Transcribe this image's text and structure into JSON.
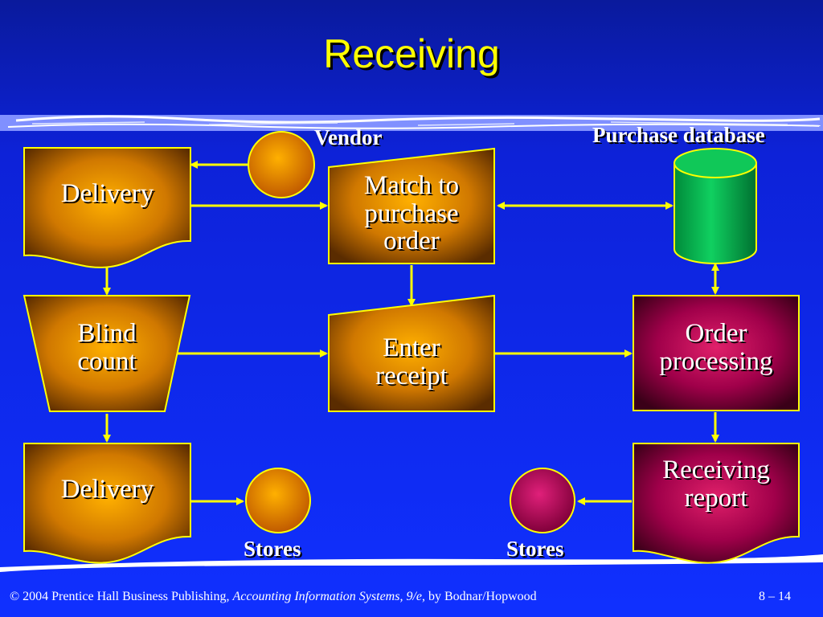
{
  "title": "Receiving",
  "nodes": {
    "delivery_top": "Delivery",
    "match_l1": "Match to",
    "match_l2": "purchase",
    "match_l3": "order",
    "blind_l1": "Blind",
    "blind_l2": "count",
    "enter_l1": "Enter",
    "enter_l2": "receipt",
    "order_l1": "Order",
    "order_l2": "processing",
    "delivery_bottom": "Delivery",
    "report_l1": "Receiving",
    "report_l2": "report"
  },
  "labels": {
    "vendor": "Vendor",
    "purchase_db": "Purchase database",
    "stores_left": "Stores",
    "stores_right": "Stores"
  },
  "footer": {
    "copyright": "© 2004 Prentice Hall Business Publishing, ",
    "book": "Accounting Information Systems, 9/e",
    "authors": ", by Bodnar/Hopwood",
    "page": "8 – 14"
  },
  "colors": {
    "background": "#0a1fe0",
    "title": "#ffff00",
    "connector": "#ffff00",
    "orange_node": "#d07800",
    "magenta_node": "#a0004a",
    "database": "#00b050"
  }
}
